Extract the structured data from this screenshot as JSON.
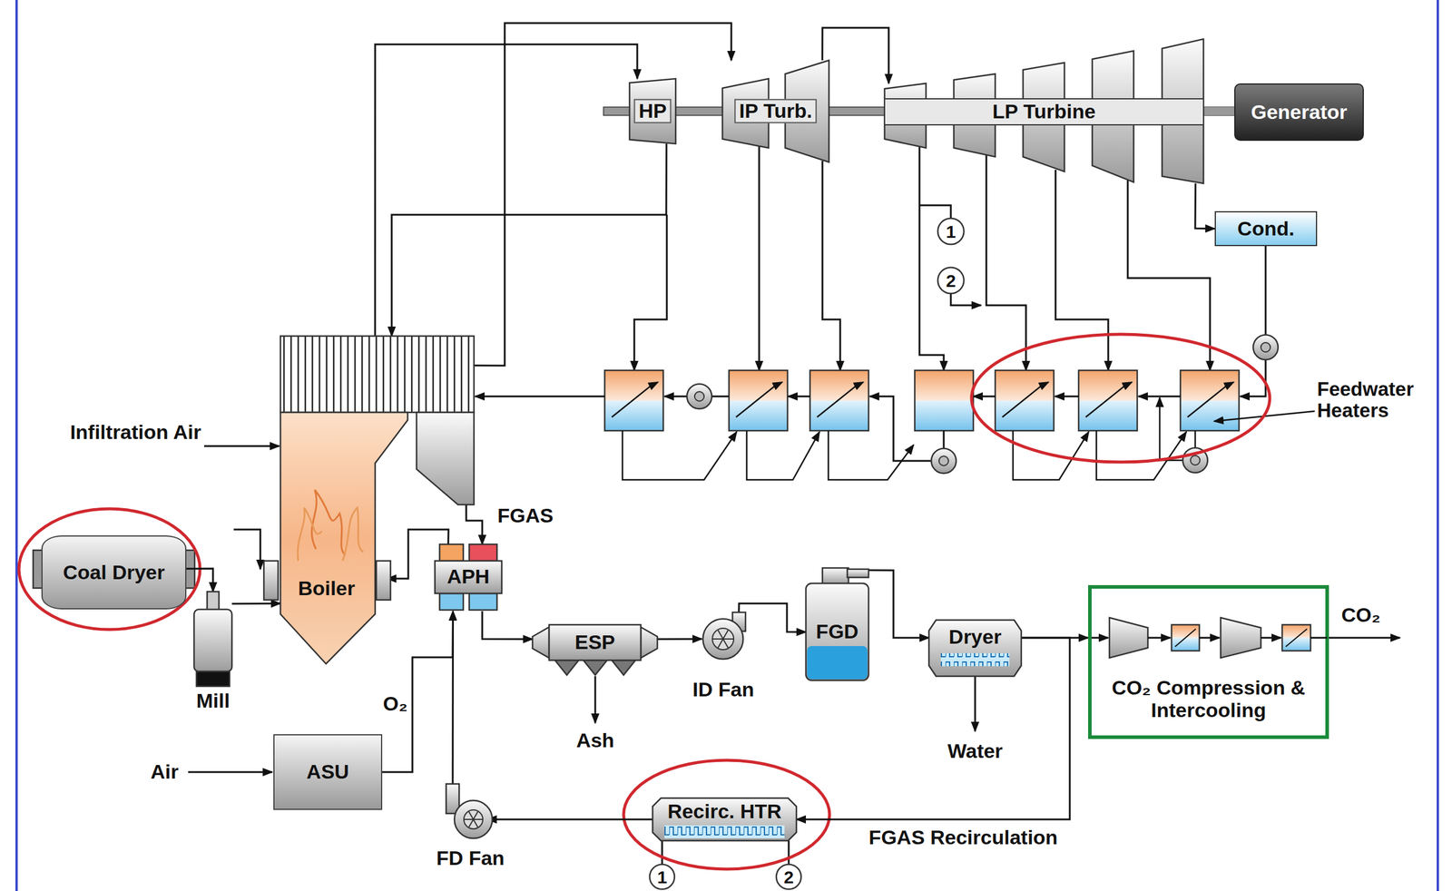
{
  "diagram": {
    "nodes": [
      {
        "text": [
          "HP"
        ]
      },
      {
        "text": [
          "IP Turb."
        ]
      },
      {
        "text": [
          "LP Turbine"
        ]
      },
      {
        "text": [
          "Generator"
        ]
      },
      {
        "text": [
          "Cond."
        ]
      },
      {
        "text": [
          "Coal Dryer"
        ]
      },
      {
        "text": [
          "Mill"
        ]
      },
      {
        "text": [
          "Boiler"
        ]
      },
      {
        "text": [
          "APH"
        ]
      },
      {
        "text": [
          "ESP"
        ]
      },
      {
        "text": [
          "ID Fan"
        ]
      },
      {
        "text": [
          "FGD"
        ]
      },
      {
        "text": [
          "Dryer"
        ]
      },
      {
        "text": [
          "CO₂ Compression & Intercooling"
        ]
      },
      {
        "text": [
          "ASU"
        ]
      },
      {
        "text": [
          "FD Fan"
        ]
      },
      {
        "text": [
          "Recirc. HTR"
        ]
      }
    ],
    "edges": [
      {
        "from": 7,
        "to": 0,
        "arrow": "to"
      },
      {
        "from": 0,
        "to": 7,
        "arrow": "to"
      },
      {
        "from": 7,
        "to": 1,
        "arrow": "to"
      },
      {
        "from": 1,
        "to": 2,
        "arrow": "to"
      },
      {
        "from": 2,
        "to": 4,
        "arrow": "to"
      },
      {
        "from": 5,
        "to": 6,
        "arrow": "to"
      },
      {
        "from": 6,
        "to": 7,
        "arrow": "to"
      },
      {
        "from": 7,
        "to": 8,
        "label": "FGAS",
        "arrow": "to"
      },
      {
        "from": 8,
        "to": 7,
        "arrow": "to"
      },
      {
        "from": 8,
        "to": 9,
        "arrow": "to"
      },
      {
        "from": 9,
        "to": 10,
        "arrow": "to"
      },
      {
        "from": 10,
        "to": 11,
        "arrow": "to"
      },
      {
        "from": 11,
        "to": 12,
        "arrow": "to"
      },
      {
        "from": 12,
        "to": 13,
        "arrow": "to"
      },
      {
        "from": 12,
        "to": 16,
        "label": "FGAS Recirculation",
        "arrow": "to"
      },
      {
        "from": 16,
        "to": 15,
        "arrow": "to"
      },
      {
        "from": 15,
        "to": 8,
        "arrow": "to"
      },
      {
        "from": 14,
        "to": 8,
        "label": "O₂",
        "arrow": "to"
      },
      {
        "from": 2,
        "to": 3,
        "arrow": "none"
      }
    ],
    "labels": [
      "Infiltration Air",
      "Ash",
      "Water",
      "Air",
      "CO₂",
      "Feedwater Heaters",
      "1",
      "2",
      "1",
      "2"
    ]
  }
}
